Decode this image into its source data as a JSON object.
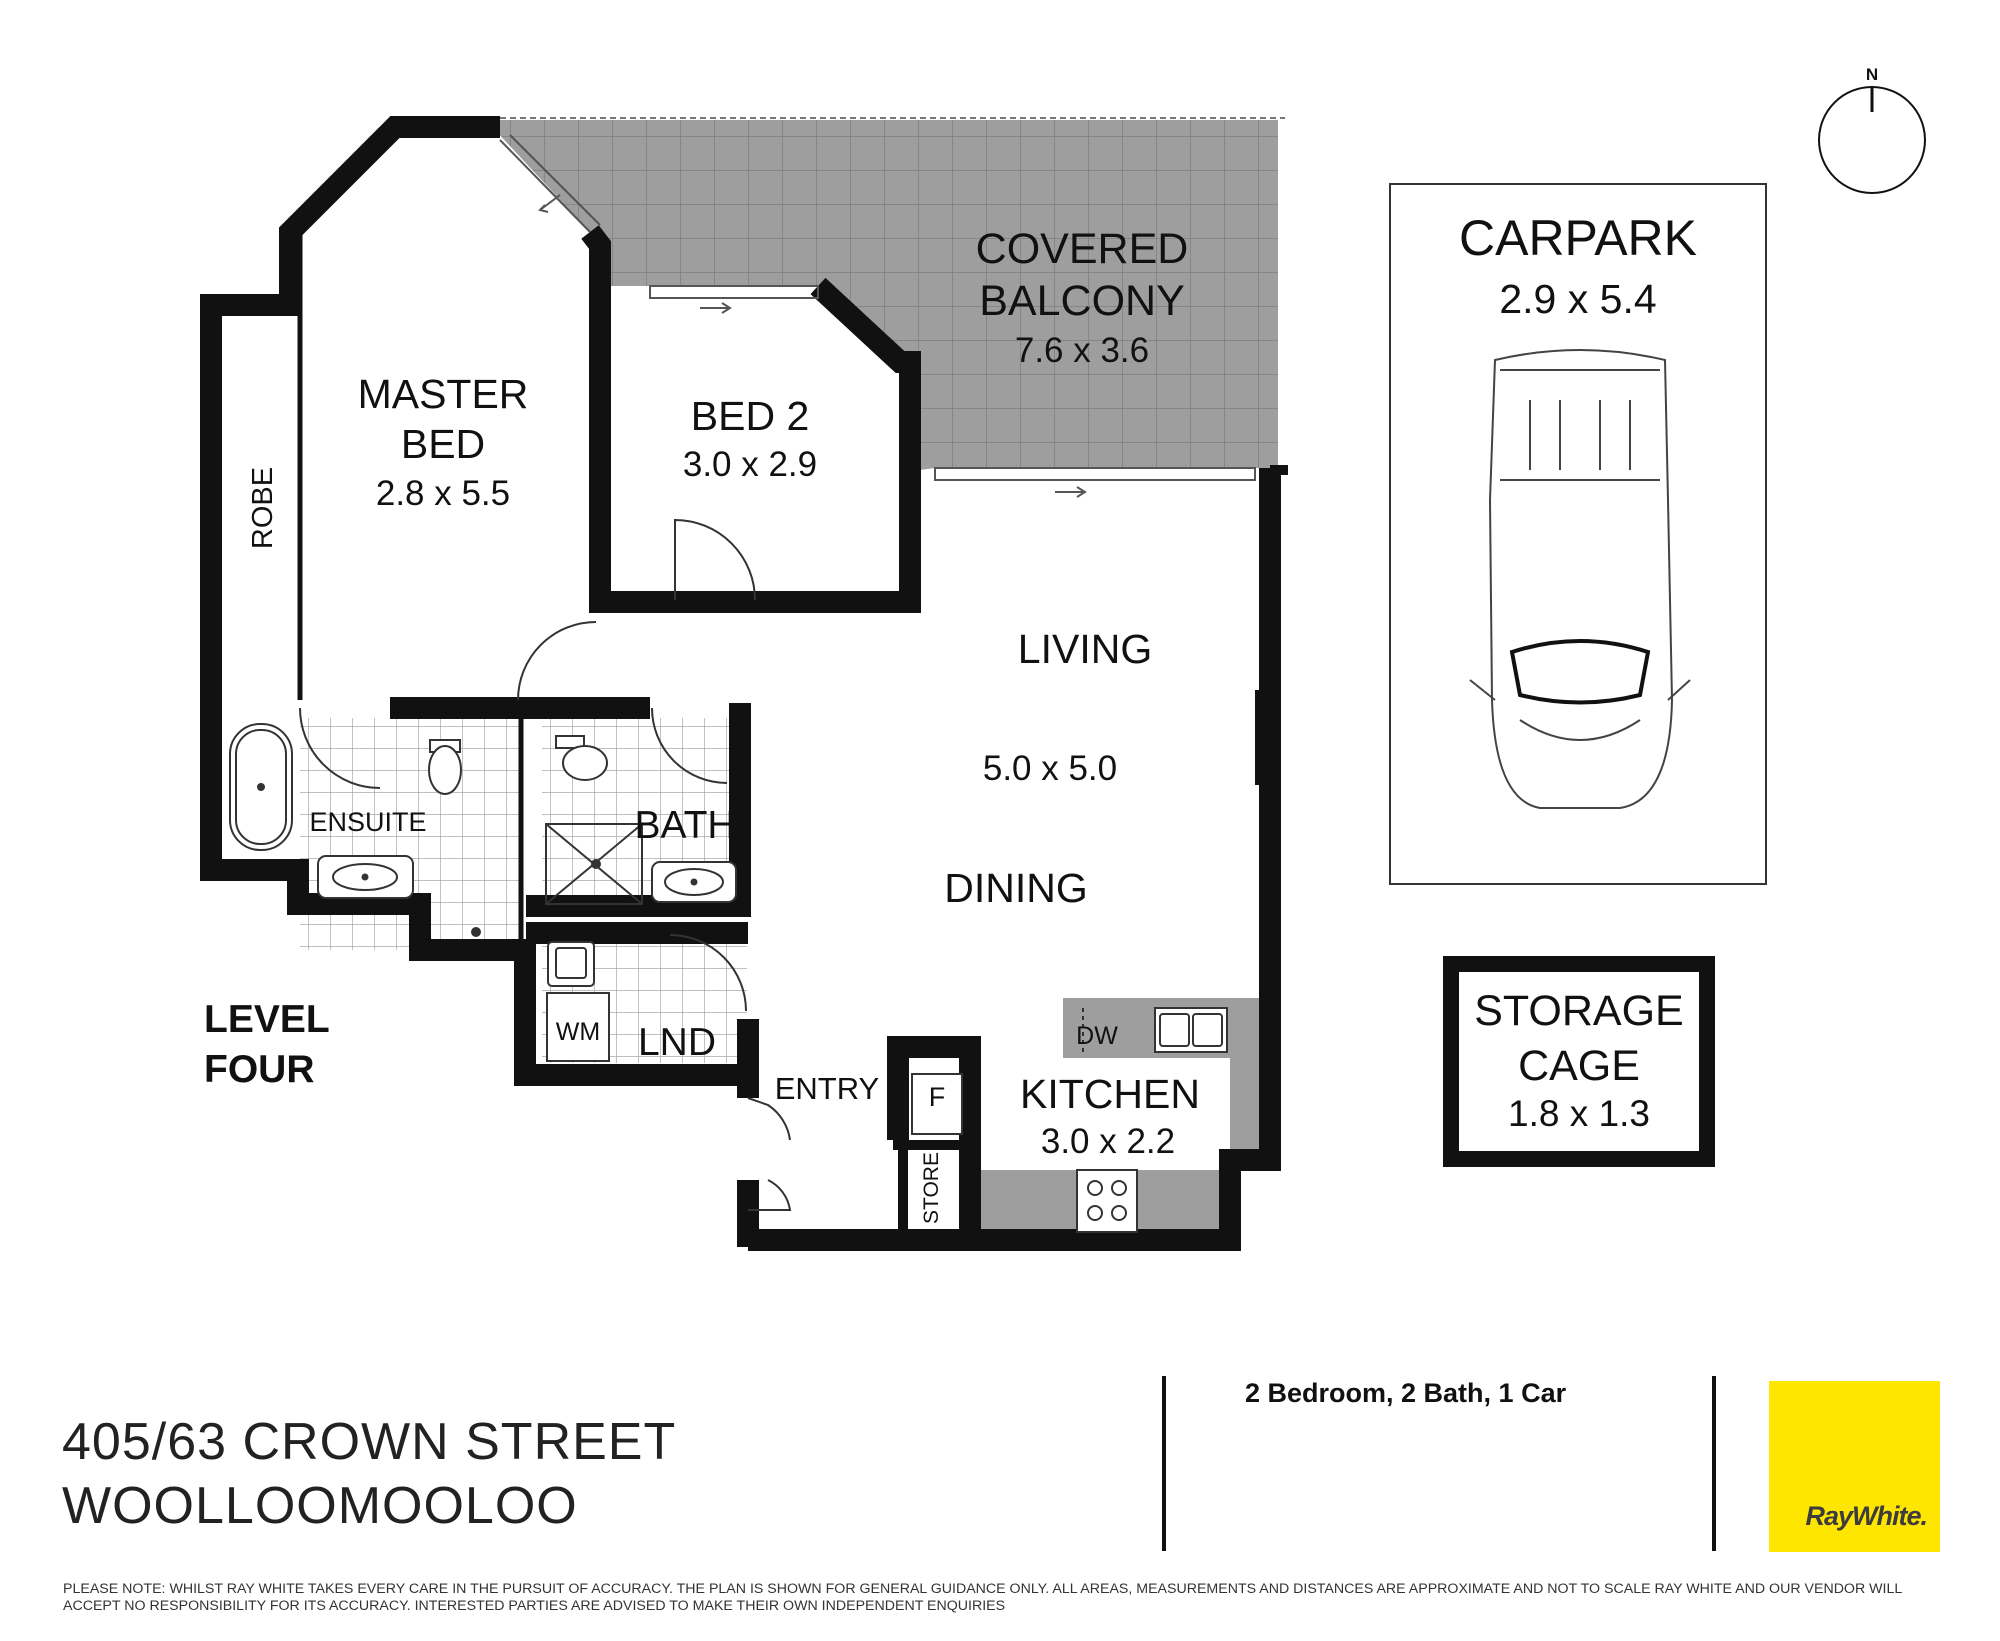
{
  "rooms": {
    "covered_balcony": {
      "name_line1": "COVERED",
      "name_line2": "BALCONY",
      "size": "7.6 x 3.6"
    },
    "master_bed": {
      "name_line1": "MASTER",
      "name_line2": "BED",
      "size": "2.8 x 5.5"
    },
    "bed2": {
      "name": "BED 2",
      "size": "3.0 x 2.9"
    },
    "robe": {
      "name": "ROBE"
    },
    "living": {
      "name": "LIVING",
      "size": "5.0 x 5.0"
    },
    "dining": {
      "name": "DINING"
    },
    "ensuite": {
      "name": "ENSUITE"
    },
    "bath": {
      "name": "BATH"
    },
    "laundry": {
      "name": "LND",
      "wm": "WM"
    },
    "entry": {
      "name": "ENTRY"
    },
    "kitchen": {
      "name": "KITCHEN",
      "size": "3.0 x 2.2",
      "dw": "DW",
      "fridge": "F",
      "store": "STORE"
    },
    "carpark": {
      "name": "CARPARK",
      "size": "2.9 x 5.4"
    },
    "storage": {
      "name_line1": "STORAGE",
      "name_line2": "CAGE",
      "size": "1.8 x 1.3"
    }
  },
  "level": {
    "line1": "LEVEL",
    "line2": "FOUR"
  },
  "compass": {
    "north": "N"
  },
  "address": {
    "line1": "405/63 CROWN STREET",
    "line2": "WOOLLOOMOOLOO"
  },
  "summary": "2 Bedroom, 2 Bath, 1 Car",
  "brand": {
    "name": "RayWhite.",
    "color": "#ffe600"
  },
  "colors": {
    "balcony": "#9e9e9e",
    "kitchen_bench": "#9e9e9e",
    "wall": "#111111"
  },
  "disclaimer": "PLEASE NOTE: WHILST RAY WHITE TAKES EVERY CARE IN THE PURSUIT OF ACCURACY. THE PLAN IS SHOWN FOR GENERAL GUIDANCE ONLY. ALL AREAS, MEASUREMENTS AND DISTANCES ARE APPROXIMATE AND NOT TO SCALE RAY WHITE AND OUR VENDOR WILL ACCEPT NO RESPONSIBILITY FOR ITS ACCURACY. INTERESTED PARTIES ARE ADVISED TO MAKE THEIR OWN INDEPENDENT ENQUIRIES"
}
